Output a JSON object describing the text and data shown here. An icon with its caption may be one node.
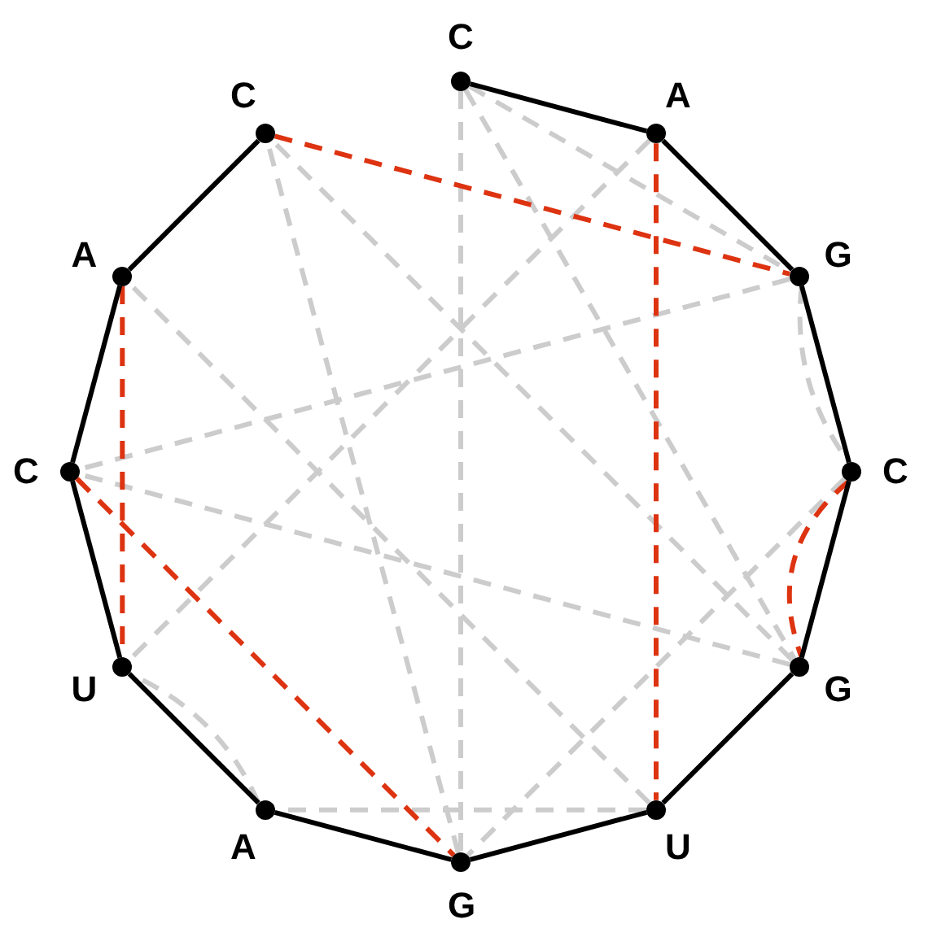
{
  "diagram": {
    "nodes": [
      {
        "text": [
          "C"
        ]
      },
      {
        "text": [
          "A"
        ]
      },
      {
        "text": [
          "G"
        ]
      },
      {
        "text": [
          "C"
        ]
      },
      {
        "text": [
          "G"
        ]
      },
      {
        "text": [
          "U"
        ]
      },
      {
        "text": [
          "G"
        ]
      },
      {
        "text": [
          "A"
        ]
      },
      {
        "text": [
          "U"
        ]
      },
      {
        "text": [
          "C"
        ]
      },
      {
        "text": [
          "A"
        ]
      },
      {
        "text": [
          "C"
        ]
      }
    ],
    "edges": [
      {
        "from": 0,
        "to": 1,
        "arrow": "none",
        "color": "#000000"
      },
      {
        "from": 1,
        "to": 2,
        "arrow": "none",
        "color": "#000000"
      },
      {
        "from": 2,
        "to": 3,
        "arrow": "none",
        "color": "#000000"
      },
      {
        "from": 3,
        "to": 4,
        "arrow": "none",
        "color": "#000000"
      },
      {
        "from": 4,
        "to": 5,
        "arrow": "none",
        "color": "#000000"
      },
      {
        "from": 5,
        "to": 6,
        "arrow": "none",
        "color": "#000000"
      },
      {
        "from": 6,
        "to": 7,
        "arrow": "none",
        "color": "#000000"
      },
      {
        "from": 7,
        "to": 8,
        "arrow": "none",
        "color": "#000000"
      },
      {
        "from": 8,
        "to": 9,
        "arrow": "none",
        "color": "#000000"
      },
      {
        "from": 9,
        "to": 10,
        "arrow": "none",
        "color": "#000000"
      },
      {
        "from": 10,
        "to": 11,
        "arrow": "none",
        "color": "#000000"
      },
      {
        "from": 11,
        "to": 2,
        "arrow": "none",
        "style": "dashed",
        "color": "#dd3311"
      },
      {
        "from": 1,
        "to": 5,
        "arrow": "none",
        "style": "dashed",
        "color": "#dd3311"
      },
      {
        "from": 3,
        "to": 4,
        "arrow": "none",
        "style": "dashed",
        "color": "#dd3311"
      },
      {
        "from": 10,
        "to": 8,
        "arrow": "none",
        "style": "dashed",
        "color": "#dd3311"
      },
      {
        "from": 9,
        "to": 6,
        "arrow": "none",
        "style": "dashed",
        "color": "#dd3311"
      },
      {
        "from": 0,
        "to": 2,
        "arrow": "none",
        "style": "dashed",
        "color": "#cccccc"
      },
      {
        "from": 0,
        "to": 4,
        "arrow": "none",
        "style": "dashed",
        "color": "#cccccc"
      },
      {
        "from": 0,
        "to": 6,
        "arrow": "none",
        "style": "dashed",
        "color": "#cccccc"
      },
      {
        "from": 1,
        "to": 8,
        "arrow": "none",
        "style": "dashed",
        "color": "#cccccc"
      },
      {
        "from": 2,
        "to": 3,
        "arrow": "none",
        "style": "dashed",
        "color": "#cccccc"
      },
      {
        "from": 2,
        "to": 9,
        "arrow": "none",
        "style": "dashed",
        "color": "#cccccc"
      },
      {
        "from": 3,
        "to": 6,
        "arrow": "none",
        "style": "dashed",
        "color": "#cccccc"
      },
      {
        "from": 4,
        "to": 9,
        "arrow": "none",
        "style": "dashed",
        "color": "#cccccc"
      },
      {
        "from": 4,
        "to": 11,
        "arrow": "none",
        "style": "dashed",
        "color": "#cccccc"
      },
      {
        "from": 5,
        "to": 7,
        "arrow": "none",
        "style": "dashed",
        "color": "#cccccc"
      },
      {
        "from": 5,
        "to": 10,
        "arrow": "none",
        "style": "dashed",
        "color": "#cccccc"
      },
      {
        "from": 6,
        "to": 11,
        "arrow": "none",
        "style": "dashed",
        "color": "#cccccc"
      },
      {
        "from": 7,
        "to": 8,
        "arrow": "none",
        "style": "dashed",
        "color": "#cccccc"
      }
    ]
  }
}
